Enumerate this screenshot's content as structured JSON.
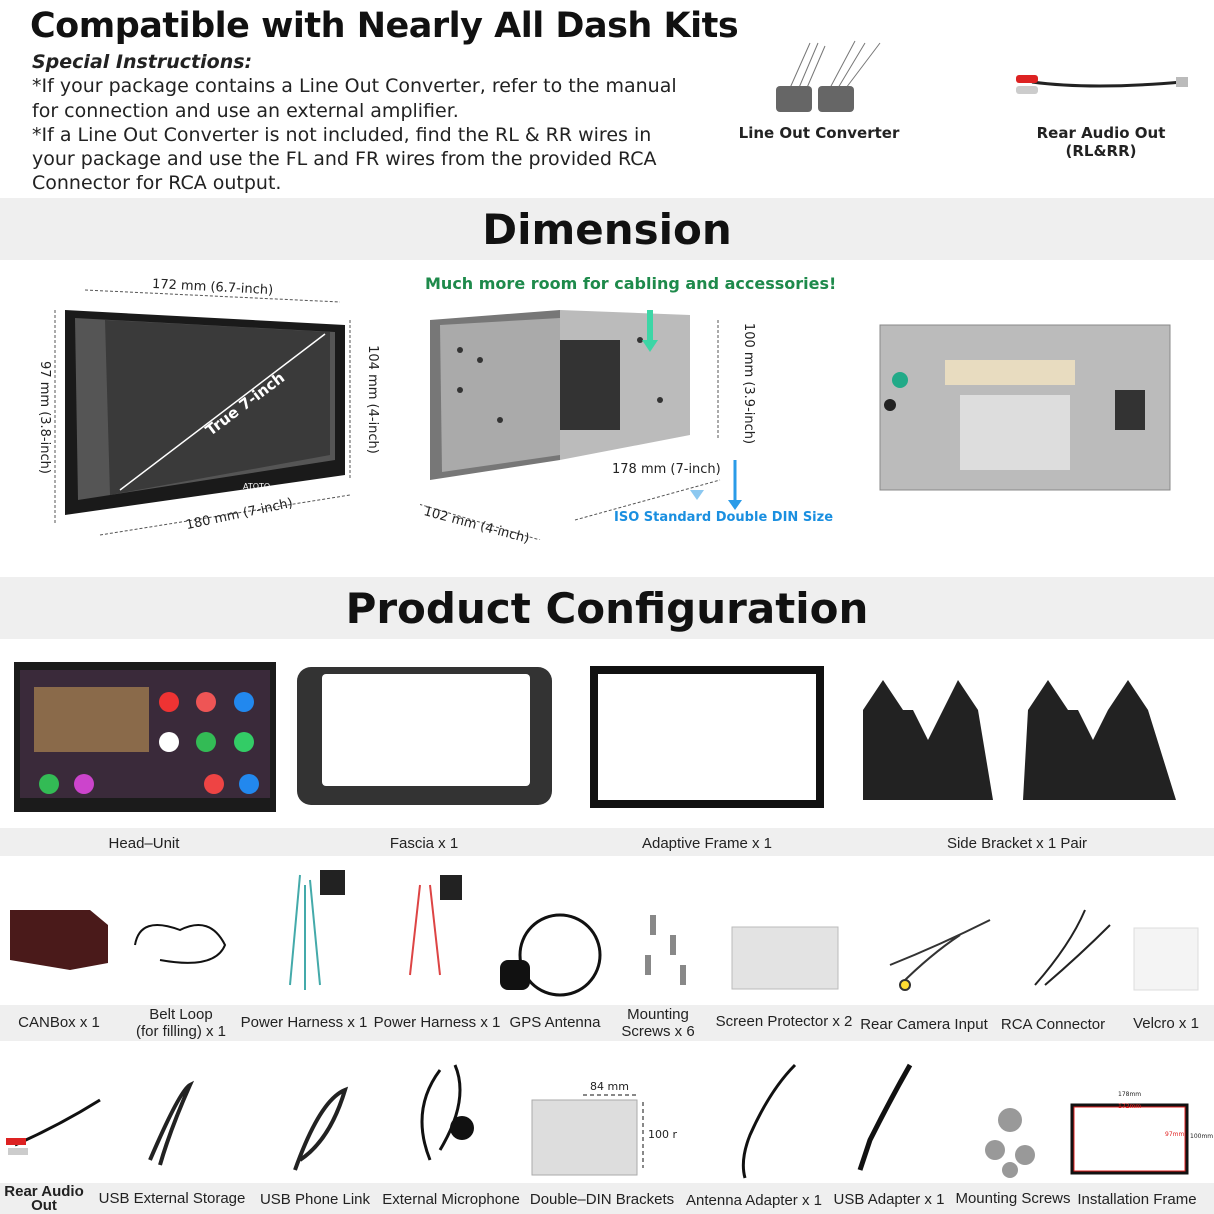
{
  "header": {
    "title": "Compatible with Nearly All Dash Kits"
  },
  "instructions": {
    "heading": "Special Instructions:",
    "line1": "*If your package contains a Line Out Converter, refer to the manual for connection and use an external amplifier.",
    "line2": "*If a Line Out Converter is not included, find the RL & RR wires in your package and use the FL and FR wires from the provided RCA Connector for RCA output."
  },
  "top_items": [
    {
      "label": "Line Out Converter"
    },
    {
      "label": "Rear Audio Out",
      "sub": "(RL&RR)"
    }
  ],
  "dimension": {
    "title": "Dimension",
    "screen_width": "172 mm (6.7-inch)",
    "screen_height": "97 mm (3.8-inch)",
    "screen_diag": "True 7-inch",
    "unit_height": "104 mm (4-inch)",
    "unit_width": "180 mm (7-inch)",
    "cage_note": "Much more room for cabling and accessories!",
    "cage_height": "100 mm (3.9-inch)",
    "cage_width": "178 mm (7-inch)",
    "cage_depth": "102 mm (4-inch)",
    "iso_label": "ISO Standard Double DIN Size",
    "brand": "ATOTO"
  },
  "configuration": {
    "title": "Product Configuration",
    "row1": [
      "Head–Unit",
      "Fascia x 1",
      "Adaptive Frame x 1",
      "Side Bracket x 1 Pair"
    ],
    "row2": [
      "CANBox x 1",
      "Belt Loop\n(for filling) x 1",
      "Power Harness x 1",
      "Power Harness x 1",
      "GPS Antenna",
      "Mounting\nScrews x 6",
      "Screen Protector x 2",
      "Rear Camera Input",
      "RCA Connector",
      "Velcro x 1"
    ],
    "row3": [
      "Rear Audio\nOut",
      "USB External Storage",
      "USB Phone Link",
      "External Microphone",
      "Double–DIN Brackets",
      "Antenna Adapter x 1",
      "USB Adapter x 1",
      "Mounting Screws",
      "Installation Frame"
    ],
    "bracket_dims": {
      "w": "84 mm",
      "h": "100 r"
    },
    "frame_dims": {
      "outer_w": "178mm",
      "inner_w": "172mm",
      "inner_h": "97mm",
      "outer_h": "100mm"
    }
  },
  "colors": {
    "band": "#efefef",
    "green": "#1e8a4b",
    "blue": "#1a8fe0",
    "red": "#e02020"
  }
}
